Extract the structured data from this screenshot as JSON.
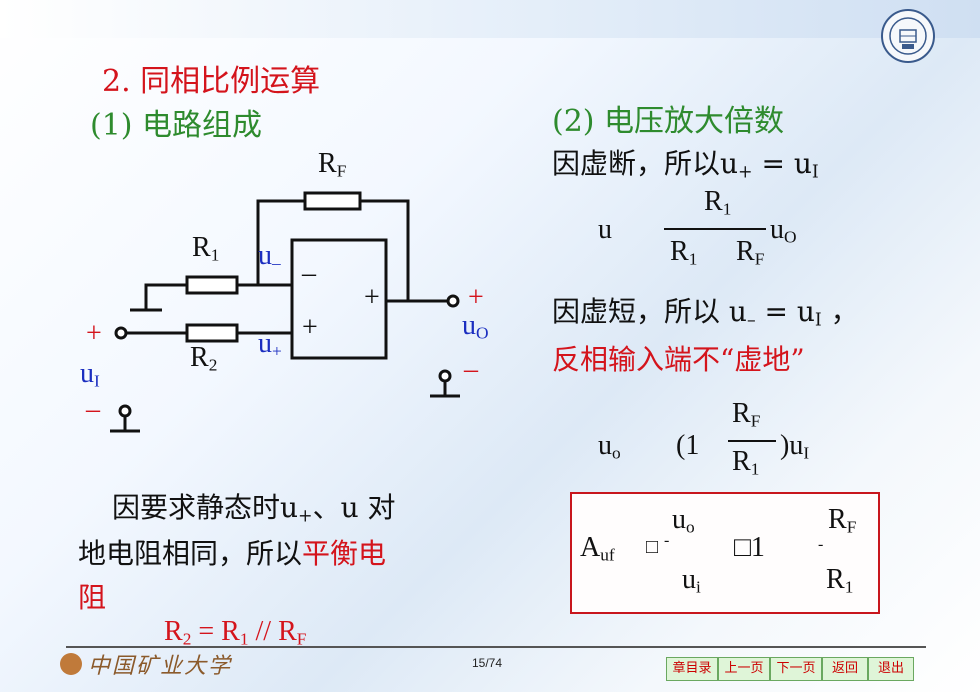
{
  "heading": {
    "number": "2.",
    "title": "同相比例运算"
  },
  "section1": "(1) 电路组成",
  "section2": "(2) 电压放大倍数",
  "circuit": {
    "rf": "R",
    "rf_sub": "F",
    "r1": "R",
    "r1_sub": "1",
    "r2": "R",
    "r2_sub": "2",
    "u_minus": "u",
    "u_minus_sub": "–",
    "u_plus": "u",
    "u_plus_sub": "+",
    "opamp_minus": "–",
    "opamp_plus": "+",
    "opamp_out_plus": "+",
    "in_plus": "+",
    "in_minus": "–",
    "ui": "u",
    "ui_sub": "I",
    "out_plus": "+",
    "out_minus": "–",
    "uo": "u",
    "uo_sub": "O"
  },
  "right": {
    "line1_a": "因虚断，所以u",
    "line1_sub": "+",
    "line1_b": " = u",
    "line1_sub2": "I",
    "frac1_lhs": "u",
    "frac1_num": "R",
    "frac1_num_sub": "1",
    "frac1_den_a": "R",
    "frac1_den_a_sub": "1",
    "frac1_den_b": "R",
    "frac1_den_b_sub": "F",
    "frac1_rhs": "u",
    "frac1_rhs_sub": "O",
    "line2_a": "因虚短，所以 u",
    "line2_sub": "–",
    "line2_b": " = u",
    "line2_sub2": "I",
    "line2_c": " ，",
    "line3": "反相输入端不“虚地”",
    "eq2_lhs": "u",
    "eq2_lhs_sub": "o",
    "eq2_paren": "(1",
    "eq2_num": "R",
    "eq2_num_sub": "F",
    "eq2_den": "R",
    "eq2_den_sub": "1",
    "eq2_tail": ")u",
    "eq2_tail_sub": "I"
  },
  "formula": {
    "lhs": "A",
    "lhs_sub": "uf",
    "box1": "□",
    "num": "u",
    "num_sub": "o",
    "dot": "-",
    "den": "u",
    "den_sub": "i",
    "box2": "□1",
    "rnum": "R",
    "rnum_sub": "F",
    "rden": "R",
    "rden_sub": "1",
    "dot2": "-"
  },
  "note": {
    "line1": "因要求静态时u",
    "line1_sub": "+",
    "line1_b": "、u  对",
    "line2_a": "地电阻相同，所以",
    "line2_red": "平衡电",
    "line3": "阻"
  },
  "balance": {
    "a": "R",
    "a_sub": "2",
    "b": " = R",
    "b_sub": "1",
    "c": " // R",
    "c_sub": "F"
  },
  "footer": {
    "logo_text": "中国矿业大学",
    "page": "15/74",
    "nav": [
      "章目录",
      "上一页",
      "下一页",
      "返回",
      "退出"
    ]
  },
  "colors": {
    "green": "#2e8b2e",
    "red": "#d4141c",
    "blue": "#1b2ec0"
  }
}
